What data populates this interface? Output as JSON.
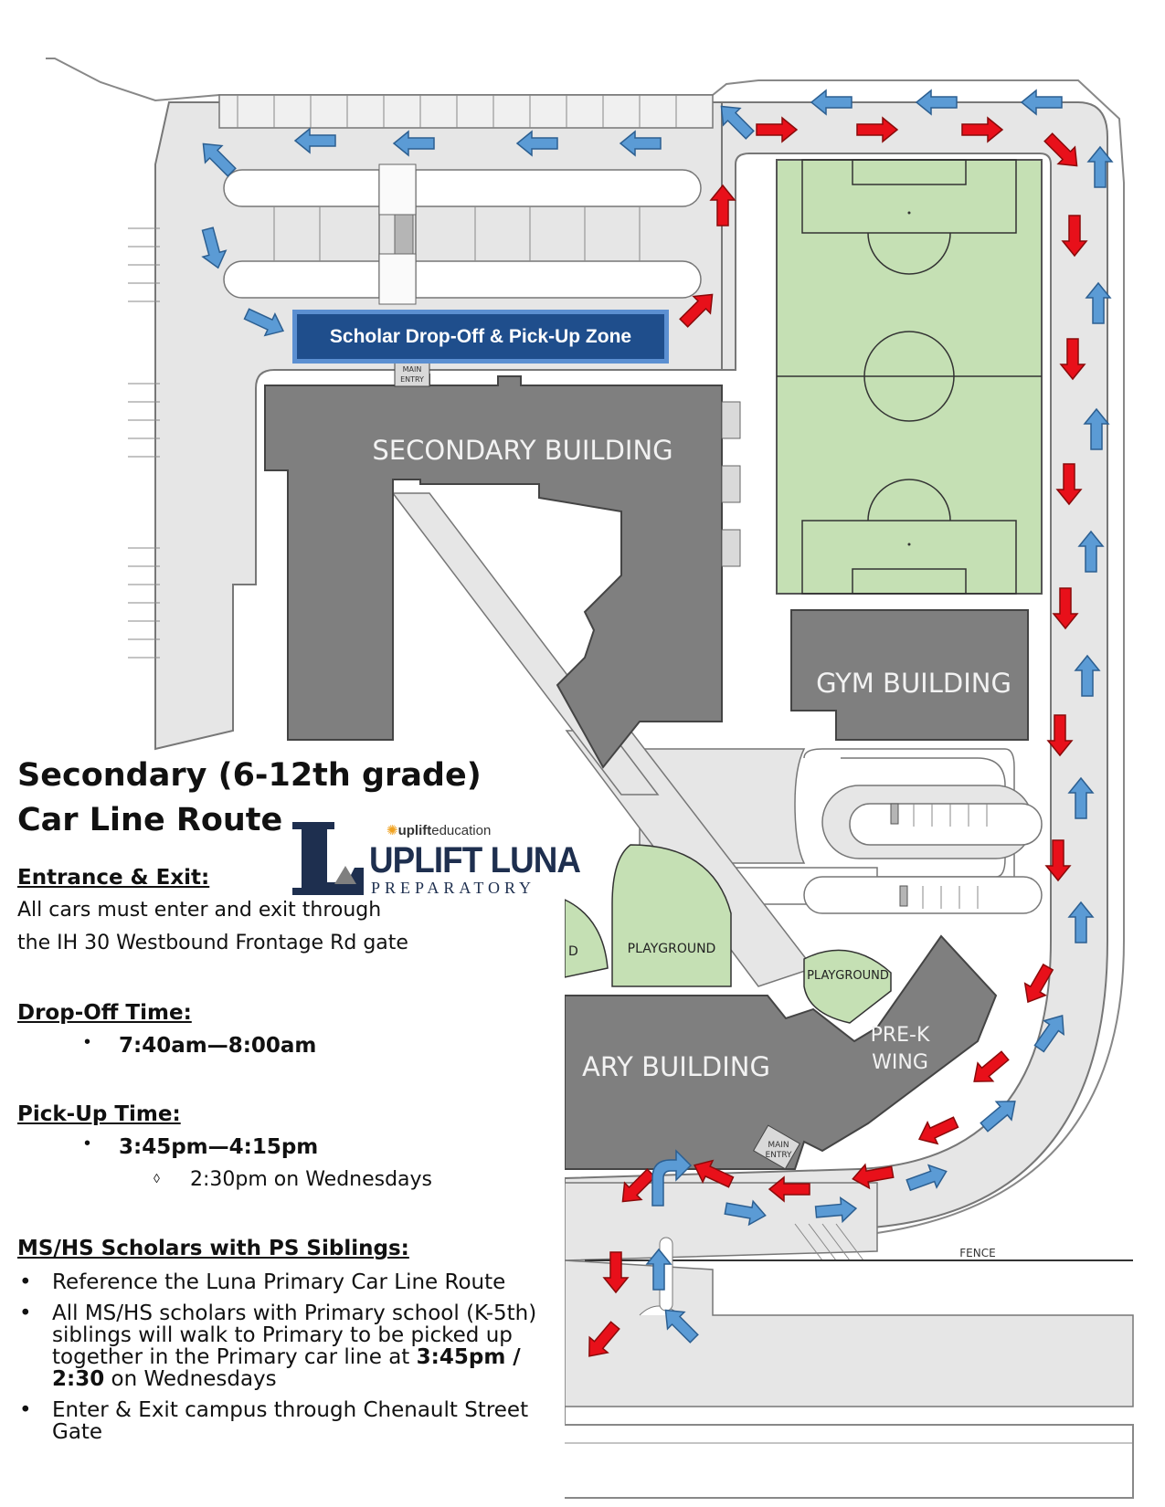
{
  "map": {
    "zone_label": "Scholar Drop-Off & Pick-Up Zone",
    "secondary_building": "SECONDARY BUILDING",
    "gym_building": "GYM BUILDING",
    "primary_building": "ARY BUILDING",
    "prek_line1": "PRE-K",
    "prek_line2": "WING",
    "playground1": "PLAYGROUND",
    "playground2": "PLAYGROUND",
    "playground_partial": "D",
    "main_entry_top_1": "MAIN",
    "main_entry_top_2": "ENTRY",
    "main_entry_bottom_1": "MAIN",
    "main_entry_bottom_2": "ENTRY",
    "fence": "FENCE",
    "colors": {
      "entry_arrow": "#e8101a",
      "exit_arrow": "#5b9bd5",
      "field": "#c5e0b4",
      "building": "#7f7f7f",
      "road": "#e6e6e6"
    }
  },
  "panel": {
    "title_line1": "Secondary (6-12th grade)",
    "title_line2": "Car Line Route",
    "entrance_heading": "Entrance & Exit:",
    "entrance_line1": "All cars must enter and exit through",
    "entrance_line2": "the IH 30 Westbound Frontage Rd gate",
    "dropoff_heading": "Drop-Off Time:",
    "dropoff_time": "7:40am—8:00am",
    "pickup_heading": "Pick-Up Time:",
    "pickup_time": "3:45pm—4:15pm",
    "pickup_wed": "2:30pm on Wednesdays",
    "siblings_heading": "MS/HS Scholars with PS Siblings:",
    "sib_item1": "Reference the Luna Primary Car Line Route",
    "sib_item2_pre": "All MS/HS scholars with Primary school (K-5th) siblings will walk to Primary to be picked up together in the Primary car line at ",
    "sib_item2_bold1": "3:45pm / 2:30",
    "sib_item2_post": " on Wednesdays",
    "sib_item3": "Enter & Exit campus through Chenault Street Gate"
  },
  "logo": {
    "uplift": "uplift",
    "education": "education",
    "name": "UPLIFT LUNA",
    "preparatory": "PREPARATORY",
    "letter": "L"
  }
}
